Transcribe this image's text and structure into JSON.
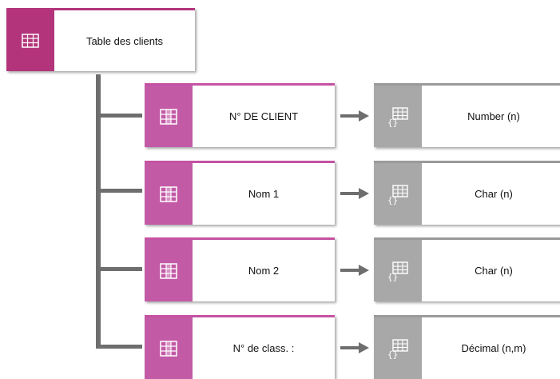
{
  "root": {
    "label": "Table des clients",
    "icon": "table-icon"
  },
  "columns": [
    {
      "label": "N° DE CLIENT",
      "type": "Number (n)"
    },
    {
      "label": "Nom 1",
      "type": "Char (n)"
    },
    {
      "label": "Nom 2",
      "type": "Char (n)"
    },
    {
      "label": "N° de class. :",
      "type": "Décimal (n,m)"
    }
  ],
  "icons": {
    "column": "column-icon",
    "datatype": "datatype-icon"
  },
  "colors": {
    "table": "#b3347a",
    "column": "#c25aa6",
    "datatype": "#a8a8a8",
    "connector": "#6e6e6e"
  }
}
